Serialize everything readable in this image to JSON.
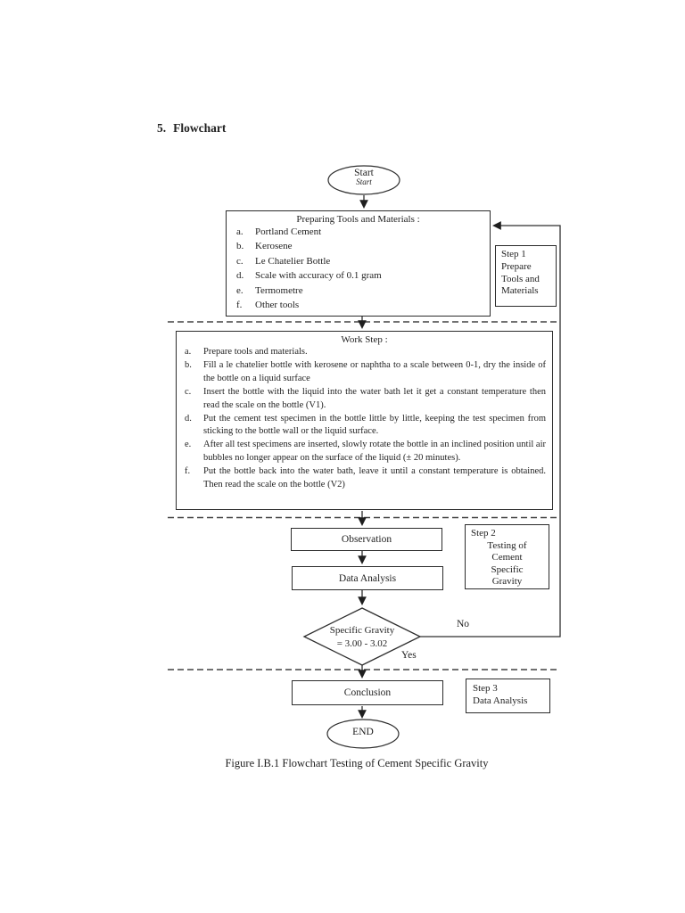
{
  "page": {
    "heading_number": "5.",
    "heading_text": "Flowchart",
    "caption": "Figure I.B.1 Flowchart Testing of Cement Specific Gravity"
  },
  "flowchart": {
    "start": {
      "label": "Start",
      "shadow_label": "Start"
    },
    "preparing": {
      "title": "Preparing Tools and Materials :",
      "items": [
        {
          "letter": "a.",
          "text": "Portland Cement"
        },
        {
          "letter": "b.",
          "text": "Kerosene"
        },
        {
          "letter": "c.",
          "text": "Le Chatelier Bottle"
        },
        {
          "letter": "d.",
          "text": "Scale with accuracy of 0.1 gram"
        },
        {
          "letter": "e.",
          "text": "Termometre"
        },
        {
          "letter": "f.",
          "text": "Other tools"
        }
      ]
    },
    "step1": {
      "lines": [
        "Step 1",
        "Prepare",
        "Tools and",
        "Materials"
      ]
    },
    "work_step": {
      "title": "Work Step :",
      "items": [
        {
          "letter": "a.",
          "text": "Prepare tools and materials."
        },
        {
          "letter": "b.",
          "text": "Fill a le chatelier bottle with kerosene or naphtha to a scale between 0-1, dry the inside of the bottle on a liquid surface"
        },
        {
          "letter": "c.",
          "text": "Insert the bottle with the liquid into the water bath let it get a constant temperature then read the scale on the bottle (V1)."
        },
        {
          "letter": "d.",
          "text": "Put the cement test specimen in the bottle little by little, keeping the test specimen from sticking to the bottle wall or the liquid surface."
        },
        {
          "letter": "e.",
          "text": "After all test specimens are inserted, slowly rotate the bottle in an inclined position until air bubbles no longer appear on the surface of the liquid (± 20 minutes)."
        },
        {
          "letter": "f.",
          "text": "Put the bottle back into the water bath, leave it until a constant temperature is obtained. Then read the scale on the bottle (V2)"
        }
      ]
    },
    "observation": {
      "label": "Observation"
    },
    "data_analysis": {
      "label": "Data Analysis"
    },
    "step2": {
      "label": "Step 2",
      "lines": [
        "Testing of",
        "Cement",
        "Specific",
        "Gravity"
      ]
    },
    "decision": {
      "line1": "Specific Gravity",
      "line2": "= 3.00 - 3.02",
      "no_label": "No",
      "yes_label": "Yes"
    },
    "conclusion": {
      "label": "Conclusion"
    },
    "step3": {
      "lines": [
        "Step 3",
        "Data Analysis"
      ]
    },
    "end": {
      "label": "END"
    }
  },
  "colors": {
    "ink": "#1f1f1f",
    "line": "#2e2e2e",
    "dashed": "#424242",
    "background": "#ffffff"
  }
}
